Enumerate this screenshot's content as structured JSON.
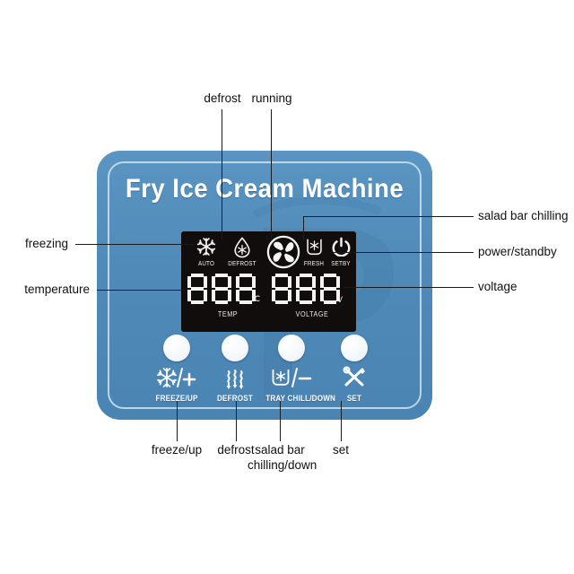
{
  "device": {
    "title": "Fry Ice Cream Machine",
    "panel_color": "#4f8ab8",
    "lcd_background": "#100d0c",
    "lcd_text_color": "#f2f2f2"
  },
  "lcd": {
    "status_icons": [
      {
        "icon": "snowflake-icon",
        "caption": "AUTO"
      },
      {
        "icon": "droplet-snowflake-icon",
        "caption": "DEFROST"
      },
      {
        "icon": "fan-icon",
        "caption": ""
      },
      {
        "icon": "tray-snowflake-icon",
        "caption": "FRESH"
      },
      {
        "icon": "power-icon",
        "caption": "SETBY"
      }
    ],
    "readouts": [
      {
        "name": "temperature",
        "value": "888",
        "unit": "℃",
        "label": "TEMP"
      },
      {
        "name": "voltage",
        "value": "888",
        "unit": "V",
        "label": "VOLTAGE"
      }
    ]
  },
  "buttons": [
    {
      "icon": "snowflake-plus-icon",
      "label": "FREEZE/UP"
    },
    {
      "icon": "defrost-waves-icon",
      "label": "DEFROST"
    },
    {
      "icon": "tray-minus-icon",
      "label": "TRAY CHILL/DOWN"
    },
    {
      "icon": "tools-icon",
      "label": "SET"
    }
  ],
  "annotations": {
    "top": [
      {
        "text": "defrost"
      },
      {
        "text": "running"
      }
    ],
    "left": [
      {
        "text": "freezing"
      },
      {
        "text": "temperature"
      }
    ],
    "right": [
      {
        "text": "salad bar chilling"
      },
      {
        "text": "power/standby"
      },
      {
        "text": "voltage"
      }
    ],
    "bottom": [
      {
        "text": "freeze/up"
      },
      {
        "text": "defrost"
      },
      {
        "text": "salad bar",
        "text2": "chilling/down"
      },
      {
        "text": "set"
      }
    ]
  }
}
